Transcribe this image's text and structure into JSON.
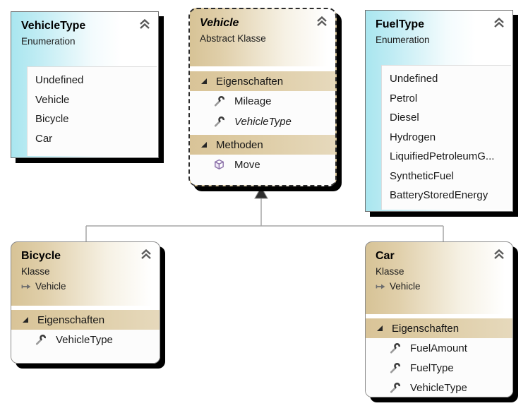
{
  "diagram_language": "de",
  "vehicle_type": {
    "title": "VehicleType",
    "subtitle": "Enumeration",
    "members": [
      "Undefined",
      "Vehicle",
      "Bicycle",
      "Car"
    ]
  },
  "vehicle": {
    "title": "Vehicle",
    "subtitle": "Abstract Klasse",
    "sections": {
      "properties": {
        "label": "Eigenschaften",
        "items": [
          {
            "name": "Mileage",
            "style": "normal"
          },
          {
            "name": "VehicleType",
            "style": "italic"
          }
        ]
      },
      "methods": {
        "label": "Methoden",
        "items": [
          {
            "name": "Move",
            "style": "normal"
          }
        ]
      }
    }
  },
  "fuel_type": {
    "title": "FuelType",
    "subtitle": "Enumeration",
    "members": [
      "Undefined",
      "Petrol",
      "Diesel",
      "Hydrogen",
      "LiquifiedPetroleumG...",
      "SyntheticFuel",
      "BatteryStoredEnergy"
    ]
  },
  "bicycle": {
    "title": "Bicycle",
    "subtitle": "Klasse",
    "base_type": "Vehicle",
    "sections": {
      "properties": {
        "label": "Eigenschaften",
        "items": [
          {
            "name": "VehicleType",
            "style": "normal"
          }
        ]
      }
    }
  },
  "car": {
    "title": "Car",
    "subtitle": "Klasse",
    "base_type": "Vehicle",
    "sections": {
      "properties": {
        "label": "Eigenschaften",
        "items": [
          {
            "name": "FuelAmount",
            "style": "normal"
          },
          {
            "name": "FuelType",
            "style": "normal"
          },
          {
            "name": "VehicleType",
            "style": "normal"
          }
        ]
      }
    }
  },
  "relationships": [
    {
      "type": "inheritance",
      "from": "Bicycle",
      "to": "Vehicle"
    },
    {
      "type": "inheritance",
      "from": "Car",
      "to": "Vehicle"
    }
  ],
  "icons": {
    "property": "wrench-icon",
    "method": "cube-icon",
    "base_type": "arrow-right-icon",
    "collapse": "double-chevron-up-icon",
    "section_expander": "triangle-expander-icon"
  },
  "colors": {
    "enum_header_cyan": "#a9e6ef",
    "class_header_tan": "#d7c396",
    "section_bar_tan": "#dcc89e",
    "box_shadow": "#000000",
    "connector_gray": "#a6a6a6",
    "method_icon_purple": "#8a6fa8"
  }
}
